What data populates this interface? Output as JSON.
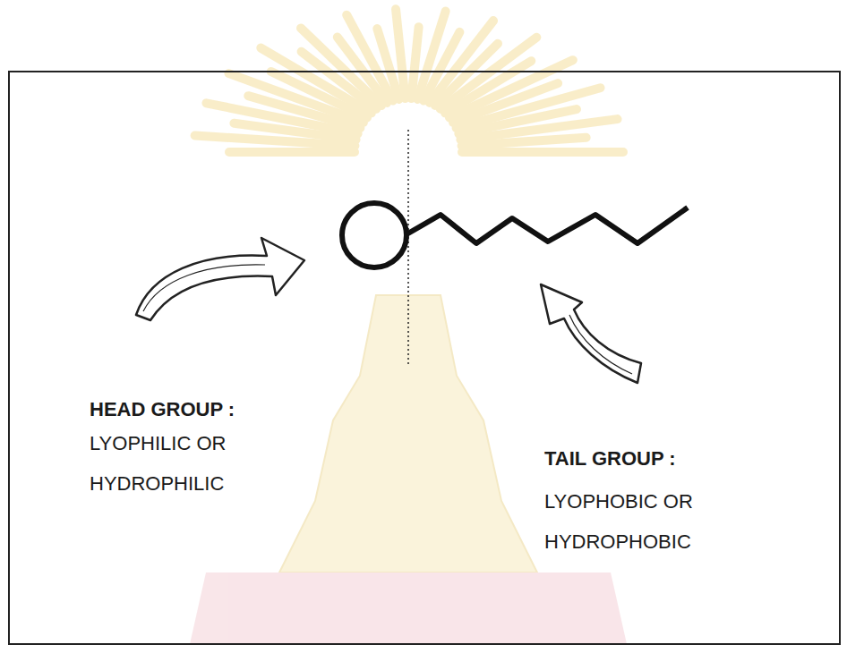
{
  "diagram": {
    "labels": [
      "HEAD GROUP :",
      "LYOPHILIC OR HYDROPHILIC",
      "TAIL GROUP :",
      "LYOPHOBIC OR HYDROPHOBIC"
    ]
  }
}
